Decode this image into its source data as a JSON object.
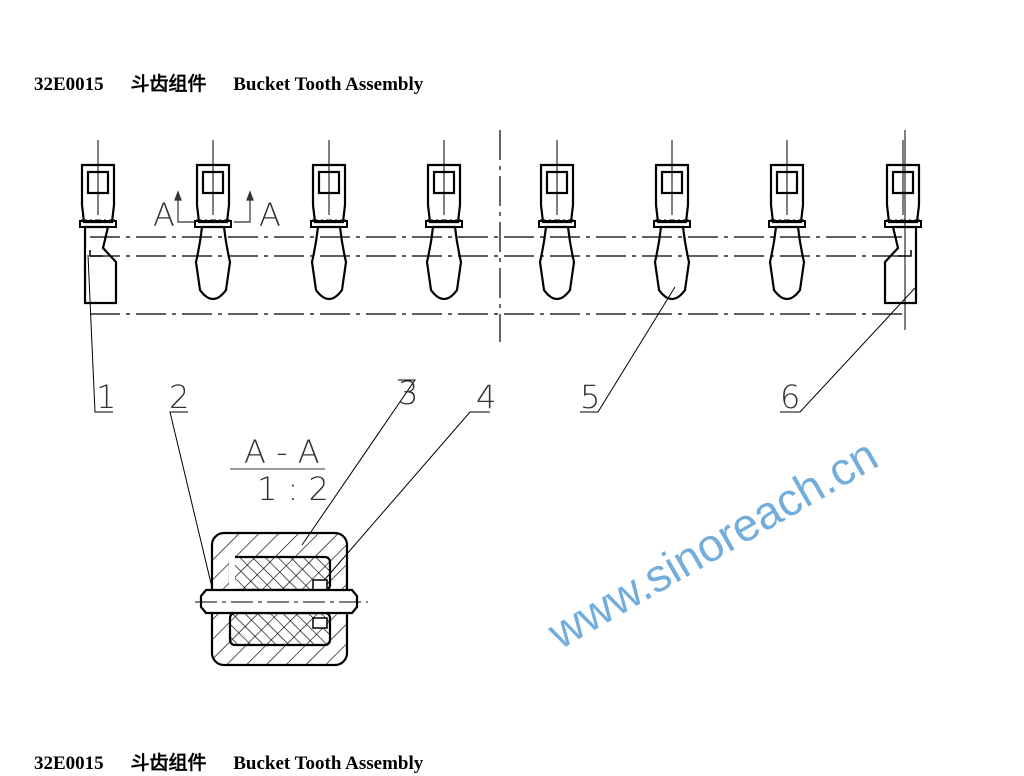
{
  "header": {
    "code": "32E0015",
    "name_cn": "斗齿组件",
    "name_en": "Bucket Tooth Assembly"
  },
  "footer": {
    "code": "32E0015",
    "name_cn": "斗齿组件",
    "name_en": "Bucket Tooth Assembly"
  },
  "drawing": {
    "section_marker": "A",
    "callouts": [
      "1",
      "2",
      "3",
      "4",
      "5",
      "6"
    ],
    "section_title": "A - A",
    "section_scale": "1 : 2",
    "watermark": "www.sinoreach.cn"
  }
}
